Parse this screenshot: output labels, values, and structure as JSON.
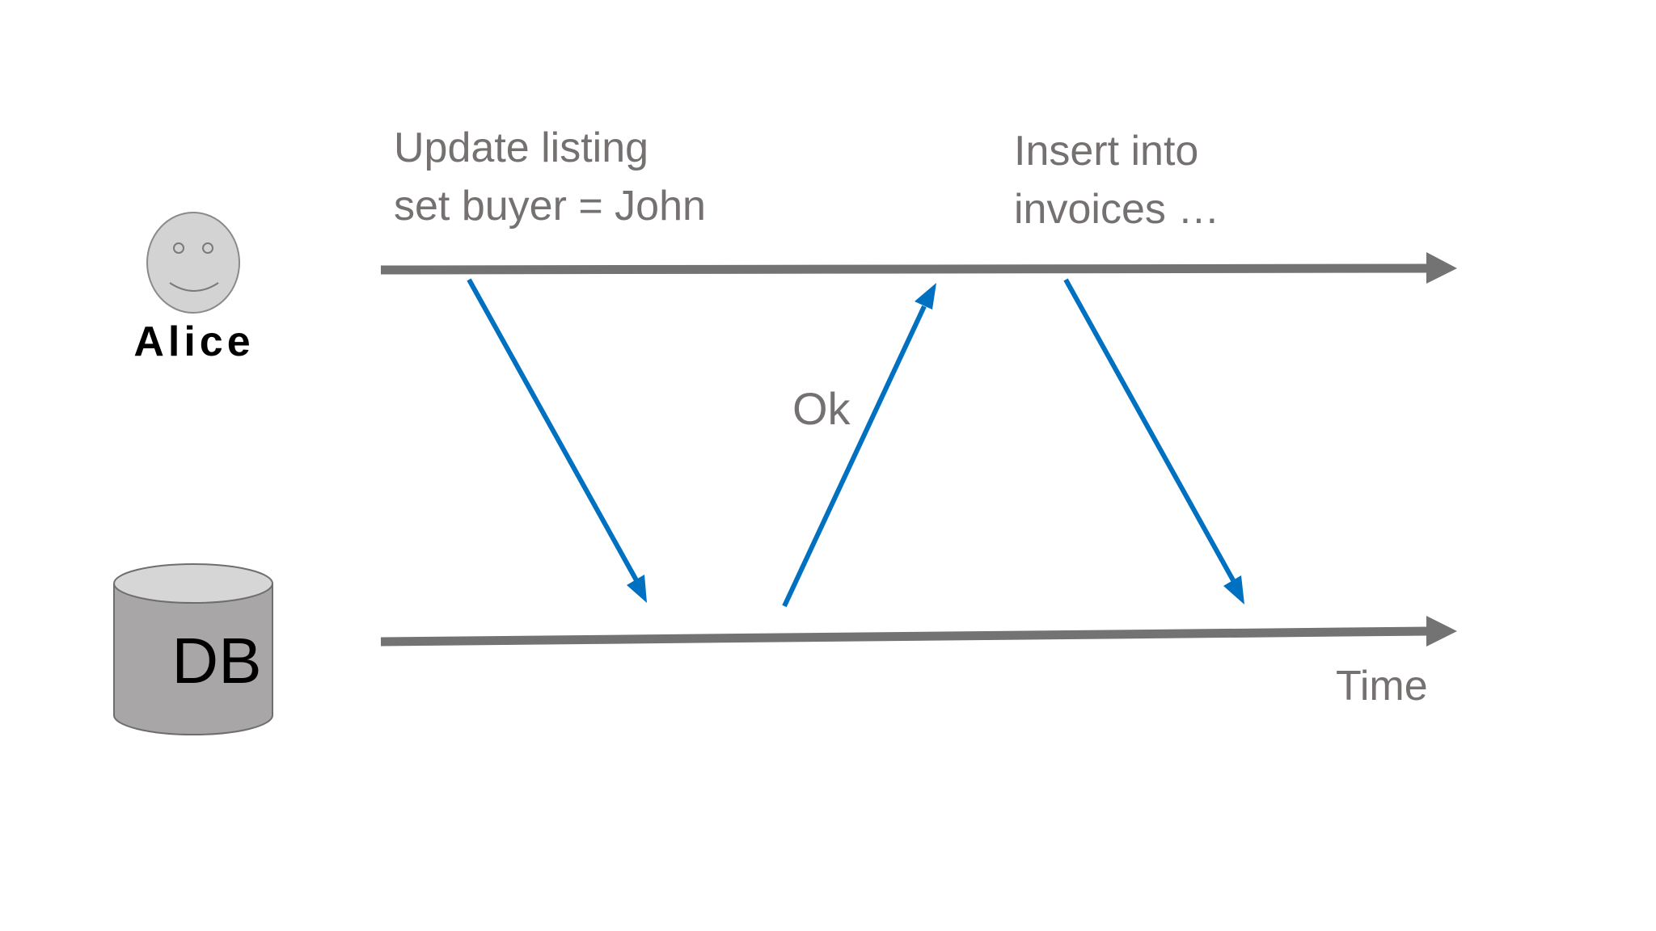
{
  "actors": {
    "client": {
      "label": "Alice",
      "icon": "smiley-face-icon"
    },
    "database": {
      "label": "DB",
      "icon": "database-cylinder-icon"
    }
  },
  "messages": [
    {
      "from": "Alice",
      "to": "DB",
      "lines": [
        "Update listing",
        "set buyer = John"
      ]
    },
    {
      "from": "DB",
      "to": "Alice",
      "lines": [
        "Ok"
      ]
    },
    {
      "from": "Alice",
      "to": "DB",
      "lines": [
        "Insert into",
        "invoices …"
      ]
    }
  ],
  "axis_label": "Time",
  "colors": {
    "timeline": "#737373",
    "message_arrow": "#0070c0",
    "label_text": "#767171",
    "actor_text": "#000000",
    "face_fill": "#d3d3d3",
    "db_fill": "#a8a6a6",
    "db_top": "#d6d6d6"
  }
}
